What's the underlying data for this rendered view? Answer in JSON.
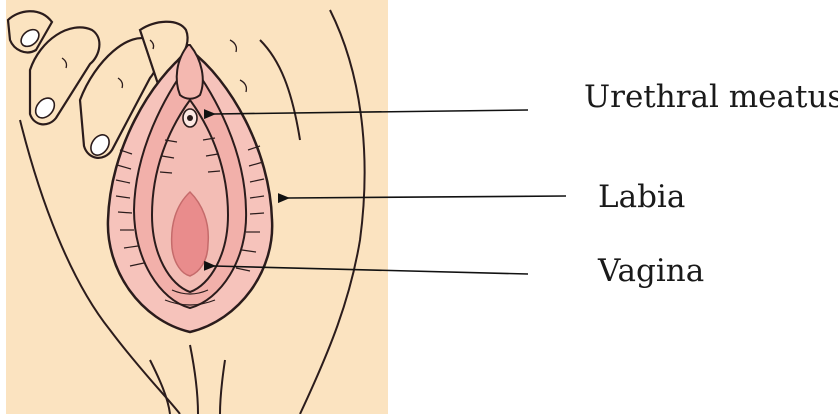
{
  "labels": {
    "urethral_meatus": "Urethral meatus",
    "labia": "Labia",
    "vagina": "Vagina"
  },
  "colors": {
    "skin": "#fbe3c0",
    "tissue_pink": "#f6c3bb",
    "tissue_deep": "#e98c8c",
    "outline": "#2b1c1c",
    "arrow": "#111111"
  }
}
